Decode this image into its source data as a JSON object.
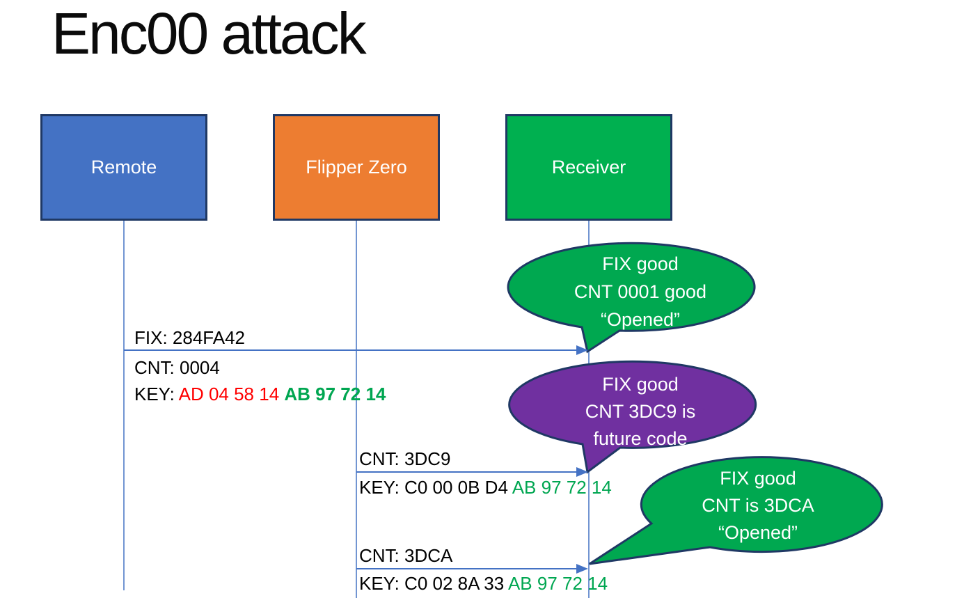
{
  "title": "Enc00 attack",
  "actors": [
    {
      "label": "Remote",
      "fill": "#4472C4"
    },
    {
      "label": "Flipper Zero",
      "fill": "#ED7D31"
    },
    {
      "label": "Receiver",
      "fill": "#00B050"
    }
  ],
  "messages": [
    {
      "fix": "FIX: 284FA42",
      "cnt": "CNT: 0004",
      "key_label": "KEY: ",
      "key_red": "AD 04 58 14 ",
      "key_green": "AB 97 72 14"
    },
    {
      "cnt": "CNT: 3DC9",
      "key_label": "KEY: ",
      "key_plain": "C0 00 0B D4 ",
      "key_green": "AB 97 72 14"
    },
    {
      "cnt": "CNT: 3DCA",
      "key_label": "KEY: ",
      "key_plain": "C0 02 8A 33 ",
      "key_green": "AB 97 72 14"
    }
  ],
  "bubbles": [
    {
      "fill": "#00A850",
      "lines": [
        "FIX good",
        "CNT 0001 good",
        "“Opened”"
      ]
    },
    {
      "fill": "#7030A0",
      "lines": [
        "FIX good",
        "CNT 3DC9 is",
        "future code"
      ]
    },
    {
      "fill": "#00A850",
      "lines": [
        "FIX good",
        "CNT is 3DCA",
        "“Opened”"
      ]
    }
  ],
  "colors": {
    "arrow_blue": "#4472C4",
    "shape_border": "#1F3864",
    "key_red": "#FF0000",
    "key_green": "#00A651",
    "bubble_text": "#FFFFFF",
    "title_text": "#0B0B0B"
  }
}
